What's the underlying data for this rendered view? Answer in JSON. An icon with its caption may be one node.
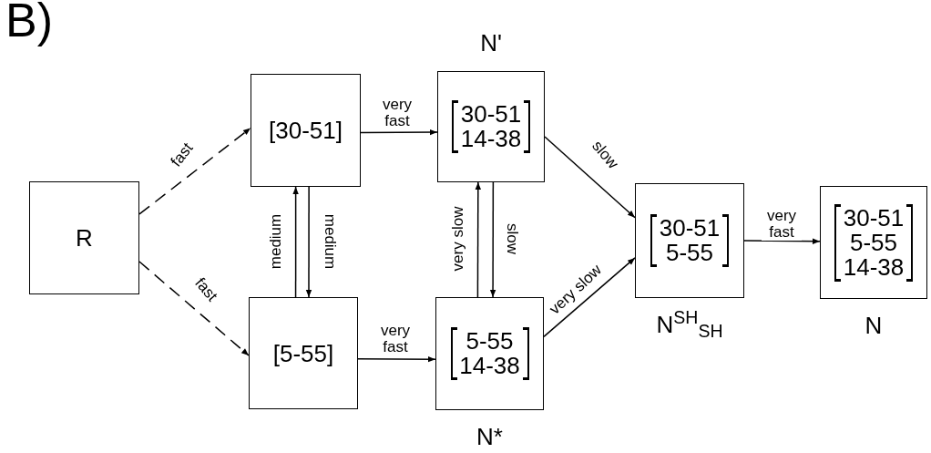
{
  "diagram": {
    "title": "B)",
    "nodes": [
      {
        "text": [
          "R"
        ]
      },
      {
        "text": [
          "[30-51]"
        ]
      },
      {
        "text": [
          "[5-55]"
        ]
      },
      {
        "text": [
          "30-51 14-38"
        ],
        "beside": [
          "N'"
        ]
      },
      {
        "text": [
          "5-55 14-38"
        ],
        "beside": [
          "N*"
        ]
      },
      {
        "text": [
          "30-51 5-55"
        ],
        "beside": [
          "N$^{SH}$$_{SH}$"
        ]
      },
      {
        "text": [
          "30-51 5-55 14-38"
        ],
        "beside": [
          "N"
        ]
      }
    ],
    "edges": [
      {
        "from": 0,
        "to": 1,
        "arrow": "to",
        "style": "dashed",
        "label": "fast"
      },
      {
        "from": 0,
        "to": 2,
        "arrow": "to",
        "style": "dashed",
        "label": "fast"
      },
      {
        "from": 1,
        "to": 3,
        "arrow": "to",
        "label": "very fast"
      },
      {
        "from": 2,
        "to": 4,
        "arrow": "to",
        "label": "very fast"
      },
      {
        "from": 2,
        "to": 1,
        "arrow": "to",
        "label": "medium"
      },
      {
        "from": 1,
        "to": 2,
        "arrow": "to",
        "label": "medium"
      },
      {
        "from": 4,
        "to": 3,
        "arrow": "to",
        "label": "very slow"
      },
      {
        "from": 3,
        "to": 4,
        "arrow": "to",
        "label": "slow"
      },
      {
        "from": 3,
        "to": 5,
        "arrow": "to",
        "label": "slow"
      },
      {
        "from": 4,
        "to": 5,
        "arrow": "to",
        "label": "very slow"
      },
      {
        "from": 5,
        "to": 6,
        "arrow": "to",
        "label": "very fast"
      }
    ]
  }
}
